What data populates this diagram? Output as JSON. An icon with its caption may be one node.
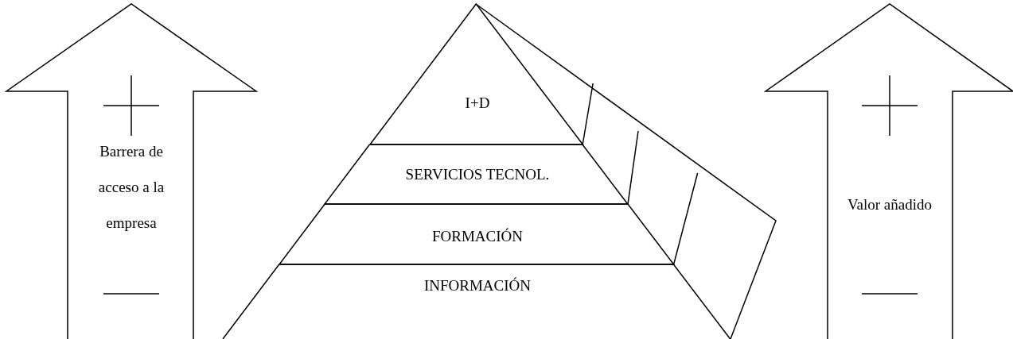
{
  "diagram": {
    "nodes": [
      {
        "text": [
          "Barrera de acceso a la empresa"
        ]
      },
      {
        "text": [
          "I+D"
        ]
      },
      {
        "text": [
          "SERVICIOS TECNOL."
        ]
      },
      {
        "text": [
          "FORMACIÓN"
        ]
      },
      {
        "text": [
          "INFORMACIÓN"
        ]
      },
      {
        "text": [
          "Valor añadido"
        ]
      }
    ]
  }
}
